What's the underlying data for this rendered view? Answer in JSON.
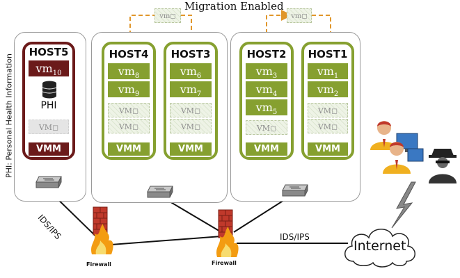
{
  "migration_label": "Migration Enabled",
  "migration_vm_label": "vm",
  "phi_label": "PHI: Personal Health Information",
  "hosts": {
    "host5": {
      "name": "HOST5",
      "vm": "vm",
      "vm_sub": "10",
      "db_label": "PHI",
      "ghost": "VM",
      "vmm": "VMM"
    },
    "host4": {
      "name": "HOST4",
      "vms": [
        {
          "base": "vm",
          "sub": "8"
        },
        {
          "base": "vm",
          "sub": "9"
        }
      ],
      "ghosts": [
        "VM",
        "VM"
      ],
      "vmm": "VMM"
    },
    "host3": {
      "name": "HOST3",
      "vms": [
        {
          "base": "vm",
          "sub": "6"
        },
        {
          "base": "vm",
          "sub": "7"
        }
      ],
      "ghosts": [
        "VM",
        "VM"
      ],
      "vmm": "VMM"
    },
    "host2": {
      "name": "HOST2",
      "vms": [
        {
          "base": "vm",
          "sub": "3"
        },
        {
          "base": "vm",
          "sub": "4"
        },
        {
          "base": "vm",
          "sub": "5"
        }
      ],
      "ghosts": [
        "VM"
      ],
      "vmm": "VMM"
    },
    "host1": {
      "name": "HOST1",
      "vms": [
        {
          "base": "vm",
          "sub": "1"
        },
        {
          "base": "vm",
          "sub": "2"
        }
      ],
      "ghosts": [
        "VM",
        "VM"
      ],
      "vmm": "VMM"
    }
  },
  "ids_ips_left": "IDS/IPS",
  "ids_ips_right": "IDS/IPS",
  "firewall_label": "Firewall",
  "internet_label": "Internet",
  "colors": {
    "host_green": "#86a030",
    "host_red": "#6b1a1a",
    "migration_orange": "#e0962a"
  }
}
